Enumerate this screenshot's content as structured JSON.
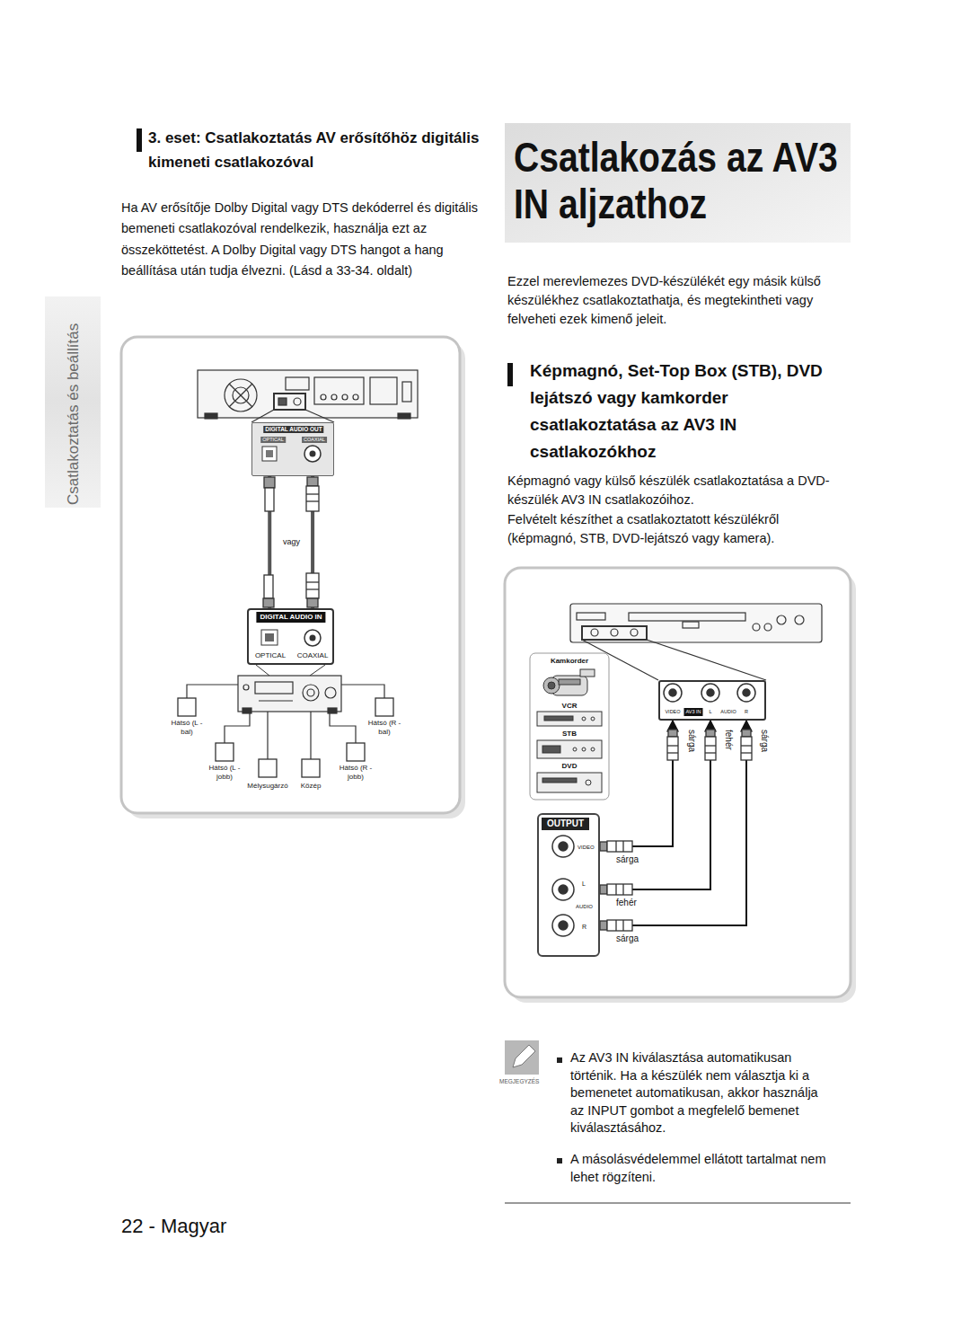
{
  "diagram": {
    "title": "Csatlakozás az AV3 IN aljzathoz",
    "nodes": [
      {
        "text": [
          "DIGITAL AUDIO OUT",
          "OPTICAL",
          "COAXIAL"
        ]
      },
      {
        "text": [
          "DIGITAL AUDIO IN",
          "OPTICAL",
          "COAXIAL"
        ]
      },
      {
        "text": [
          "Kamkorder"
        ]
      },
      {
        "text": [
          "VCR"
        ]
      },
      {
        "text": [
          "STB"
        ]
      },
      {
        "text": [
          "DVD"
        ]
      },
      {
        "text": [
          "OUTPUT",
          "VIDEO",
          "L",
          "AUDIO",
          "R"
        ]
      },
      {
        "text": [
          "VIDEO",
          "AV3 IN",
          "L",
          "AUDIO",
          "R"
        ]
      }
    ],
    "edges": [
      {
        "from": 0,
        "to": 1,
        "arrow": "none"
      },
      {
        "from": 0,
        "to": 1,
        "arrow": "none"
      },
      {
        "from": 6,
        "to": 7,
        "label": "sárga",
        "arrow": "to"
      },
      {
        "from": 6,
        "to": 7,
        "label": "fehér",
        "arrow": "to"
      },
      {
        "from": 6,
        "to": 7,
        "label": "sárga",
        "arrow": "to"
      }
    ],
    "labels": [
      "3. eset: Csatlakoztatás AV erősítőhöz digitális kimeneti csatlakozóval",
      "Ha AV erősítője Dolby Digital vagy DTS dekóderrel és digitális bemeneti csatlakozóval rendelkezik, használja ezt az összeköttetést. A Dolby Digital vagy DTS hangot a hang beállítása után tudja élvezni. (Lásd a 33-34. oldalt)",
      "Csatlakoztatás és beállítás",
      "vagy",
      "Hátsó (L - bal)",
      "Hátsó (R - bal)",
      "Hátsó (L - jobb)",
      "Mélysugárzó",
      "Közép",
      "Hátsó (R - jobb)",
      "Ezzel merevlemezes DVD-készülékét egy másik külső készülékhez csatlakoztathatja, és megtekintheti vagy felveheti ezek kimenő jeleit.",
      "Képmagnó, Set-Top Box (STB), DVD lejátszó vagy kamkorder csatlakoztatása az AV3 IN csatlakozókhoz",
      "Képmagnó vagy külső készülék csatlakoztatása a DVD-készülék AV3 IN csatlakozóihoz.",
      "Felvételt készíthet a csatlakoztatott készülékről (képmagnó, STB, DVD-lejátszó vagy kamera).",
      "sárga",
      "fehér",
      "sárga",
      "MEGJEGYZÉS",
      "Az AV3 IN kiválasztása automatikusan történik. Ha a készülék nem választja ki a bemenetet automatikusan, akkor használja az INPUT gombot a megfelelő bemenet kiválasztásához.",
      "A másolásvédelemmel ellátott tartalmat nem lehet rögzíteni.",
      "22 - Magyar"
    ]
  }
}
